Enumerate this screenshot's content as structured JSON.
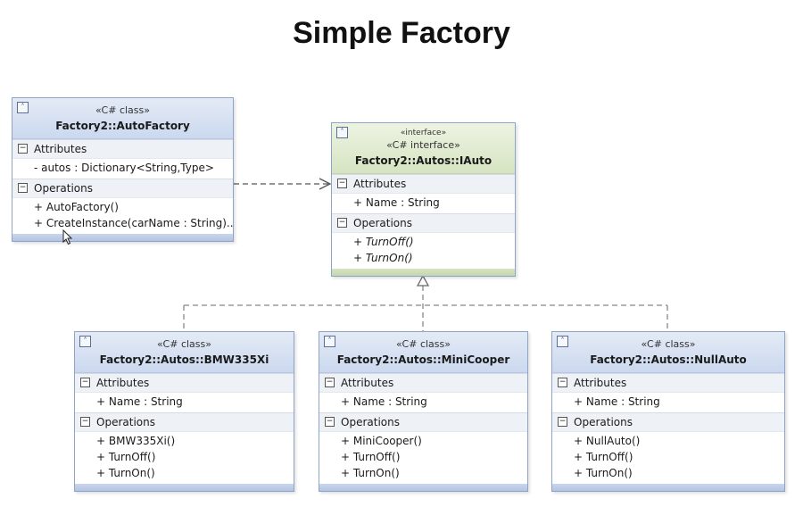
{
  "title": "Simple Factory",
  "collapse_glyph": "˄",
  "section_glyph": "−",
  "auto_factory": {
    "stereotype": "«C# class»",
    "name": "Factory2::AutoFactory",
    "attributes_label": "Attributes",
    "attributes": [
      "- autos : Dictionary<String,Type>"
    ],
    "operations_label": "Operations",
    "operations": [
      "+ AutoFactory()",
      "+ CreateInstance(carName : String)..."
    ]
  },
  "iauto": {
    "stereotype_small": "«interface»",
    "stereotype": "«C# interface»",
    "name": "Factory2::Autos::IAuto",
    "attributes_label": "Attributes",
    "attributes": [
      "+ Name : String"
    ],
    "operations_label": "Operations",
    "operations": [
      "+ TurnOff()",
      "+ TurnOn()"
    ]
  },
  "bmw": {
    "stereotype": "«C# class»",
    "name": "Factory2::Autos::BMW335Xi",
    "attributes_label": "Attributes",
    "attributes": [
      "+ Name : String"
    ],
    "operations_label": "Operations",
    "operations": [
      "+ BMW335Xi()",
      "+ TurnOff()",
      "+ TurnOn()"
    ]
  },
  "mini": {
    "stereotype": "«C# class»",
    "name": "Factory2::Autos::MiniCooper",
    "attributes_label": "Attributes",
    "attributes": [
      "+ Name : String"
    ],
    "operations_label": "Operations",
    "operations": [
      "+ MiniCooper()",
      "+ TurnOff()",
      "+ TurnOn()"
    ]
  },
  "null_auto": {
    "stereotype": "«C# class»",
    "name": "Factory2::Autos::NullAuto",
    "attributes_label": "Attributes",
    "attributes": [
      "+ Name : String"
    ],
    "operations_label": "Operations",
    "operations": [
      "+ NullAuto()",
      "+ TurnOff()",
      "+ TurnOn()"
    ]
  },
  "colors": {
    "class_header": "#cbd8ee",
    "interface_header": "#d6e4c2",
    "border": "#8ea4c8",
    "connector": "#555555"
  }
}
